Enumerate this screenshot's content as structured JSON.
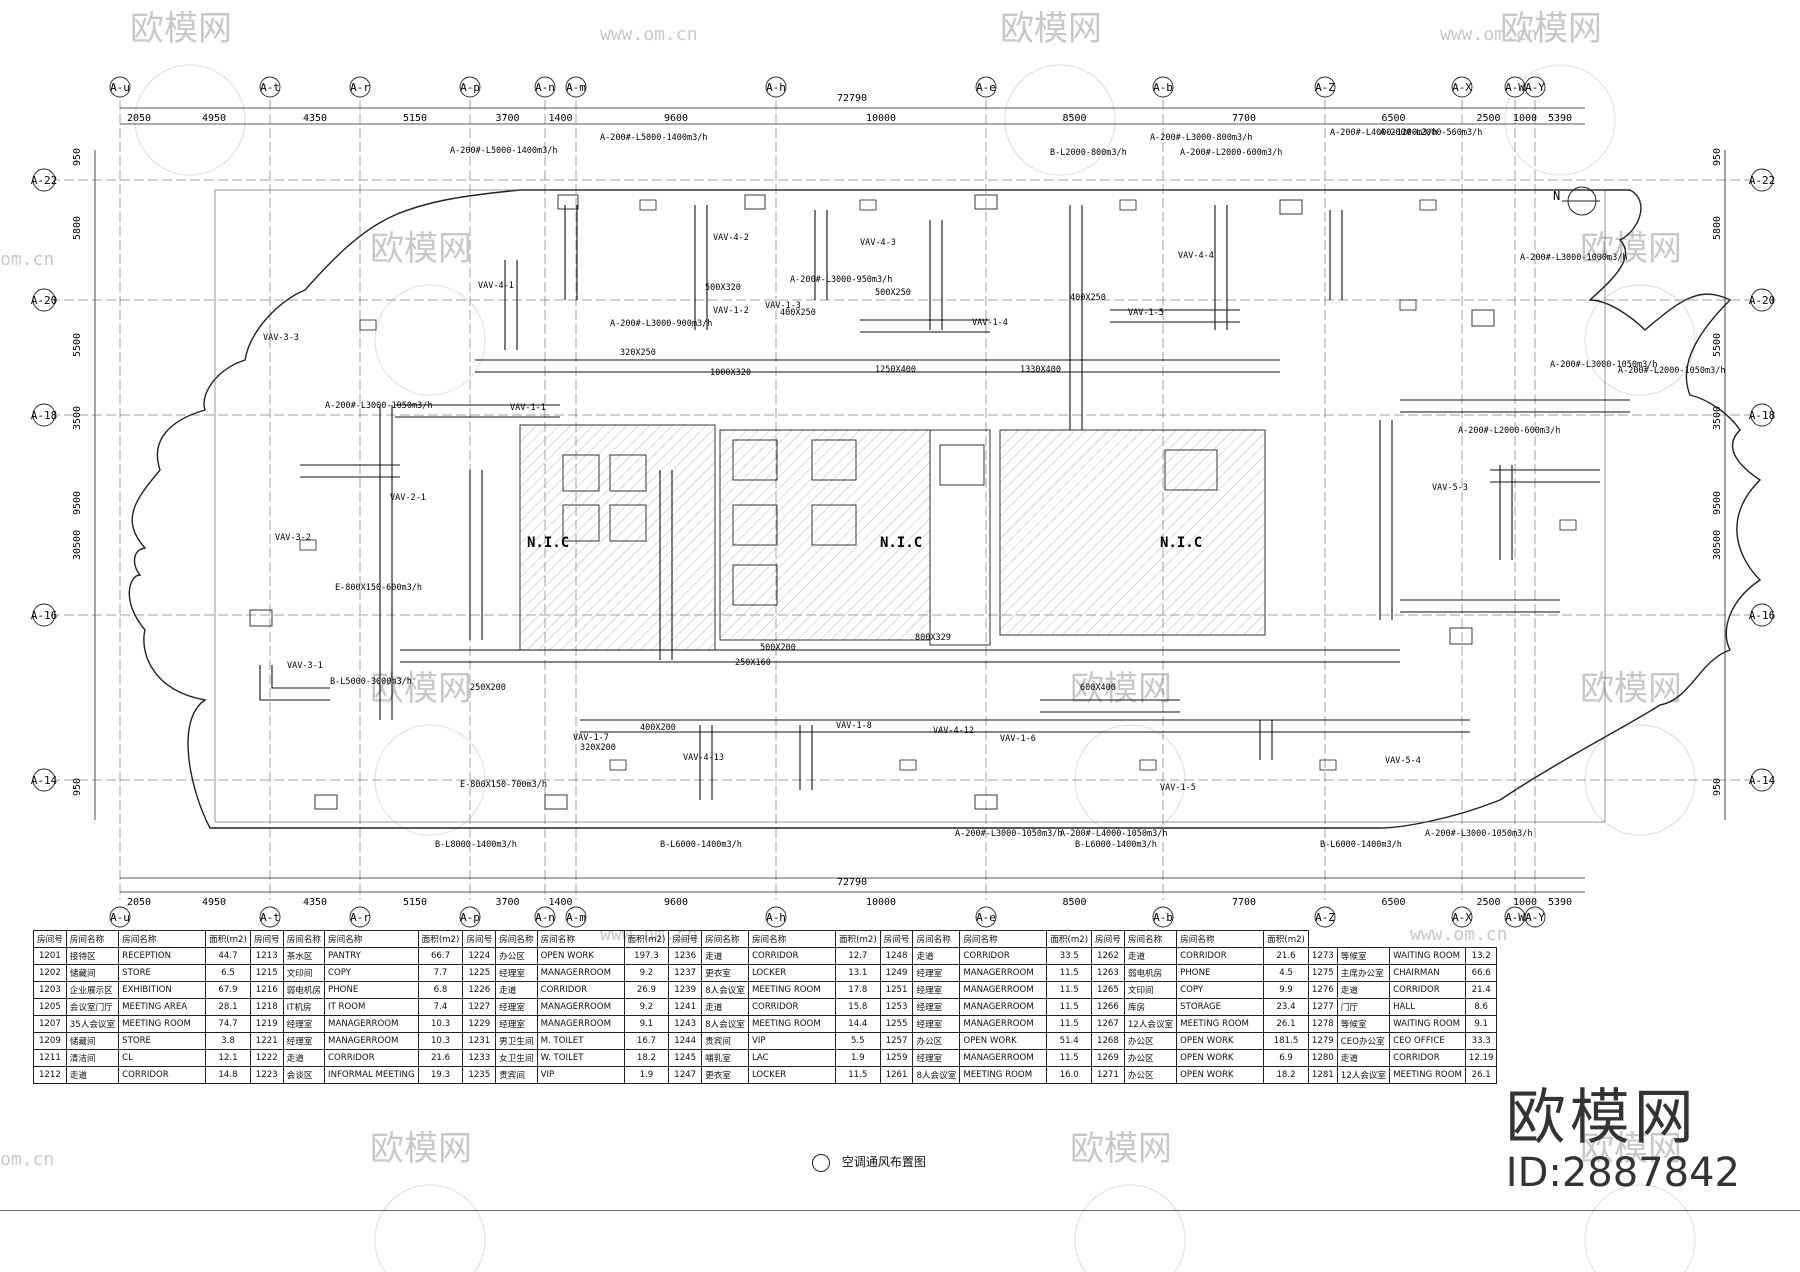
{
  "watermark": {
    "logo_text": "欧模网",
    "url_text": "www.om.cn",
    "side_text": "om.cn"
  },
  "grid": {
    "top_axes": [
      "A-u",
      "A-t",
      "A-r",
      "A-p",
      "A-n",
      "A-m",
      "A-h",
      "A-e",
      "A-b",
      "A-Z",
      "A-X",
      "A-W",
      "A-Y"
    ],
    "side_axes": [
      "A-22",
      "A-20",
      "A-18",
      "A-16",
      "A-14"
    ],
    "total_dim": "72790",
    "spacings": [
      "2050",
      "4950",
      "4350",
      "5150",
      "3700",
      "1400",
      "9600",
      "10000",
      "8500",
      "7700",
      "6500",
      "2500",
      "1000",
      "5390"
    ],
    "side_dims": [
      "950",
      "5800",
      "5500",
      "3500",
      "9500",
      "30500",
      "950"
    ]
  },
  "rooms": {
    "nic_label": "N.I.C"
  },
  "vav_labels": [
    "VAV-4-1",
    "VAV-3-3",
    "VAV-1-1",
    "VAV-3-2",
    "VAV-2-1",
    "VAV-1-2",
    "VAV-1-3",
    "VAV-4-3",
    "VAV-1-4",
    "VAV-1-5",
    "VAV-4-4",
    "VAV-1-7",
    "VAV-1-8",
    "VAV-4-12",
    "VAV-4-13",
    "VAV-1-6",
    "VAV-5-4",
    "VAV-5-3",
    "VAV-3-1",
    "VAV-4-2",
    "VAV-1-5"
  ],
  "notes": [
    "A-200#-L5000-1400m3/h",
    "A-200#-L5000-1400m3/h",
    "B-L2000-800m3/h",
    "A-200#-L3000-800m3/h",
    "A-200#-L2000-600m3/h",
    "A-200#-L4000-1200m3/h",
    "A-200#-L2000-560m3/h",
    "A-200#-L3000-1000m3/h",
    "A-200#-L3000-1050m3/h",
    "A-200#-L3000-950m3/h",
    "A-200#-L3000-900m3/h",
    "A-200#-L3000-1050m3/h",
    "A-200#-L2000-1050m3/h",
    "A-200#-L2000-600m3/h",
    "B-L5000-3000m3/h",
    "E-800X150-600m3/h",
    "E-800X150-700m3/h",
    "B-L8000-1400m3/h",
    "B-L6000-1400m3/h",
    "B-L6000-1400m3/h",
    "B-L6000-1400m3/h",
    "A-200#-L4000-1050m3/h",
    "A-200#-L3000-1050m3/h",
    "A-200#-L3000-1050m3/h"
  ],
  "duct_sizes": [
    "1000X320",
    "1250X400",
    "1330X400",
    "500X250",
    "400X250",
    "320X250",
    "400X200",
    "250X200",
    "800X329",
    "600X400",
    "500X320",
    "250X160",
    "400X250",
    "500X200",
    "320X200"
  ],
  "table": {
    "headers": [
      "房间号",
      "房间名称",
      "房间名称",
      "面积(m2)",
      "房间号",
      "房间名称",
      "房间名称",
      "面积(m2)",
      "房间号",
      "房间名称",
      "房间名称",
      "面积(m2)",
      "房间号",
      "房间名称",
      "房间名称",
      "面积(m2)",
      "房间号",
      "房间名称",
      "房间名称",
      "面积(m2)",
      "房间号",
      "房间名称",
      "房间名称",
      "面积(m2)"
    ],
    "rows": [
      [
        "1201",
        "接待区",
        "RECEPTION",
        "44.7",
        "1213",
        "茶水区",
        "PANTRY",
        "66.7",
        "1224",
        "办公区",
        "OPEN WORK",
        "197.3",
        "1236",
        "走道",
        "CORRIDOR",
        "12.7",
        "1248",
        "走道",
        "CORRIDOR",
        "33.5",
        "1262",
        "走道",
        "CORRIDOR",
        "21.6",
        "1273",
        "等候室",
        "WAITING ROOM",
        "13.2"
      ],
      [
        "1202",
        "储藏间",
        "STORE",
        "6.5",
        "1215",
        "文印间",
        "COPY",
        "7.7",
        "1225",
        "经理室",
        "MANAGERROOM",
        "9.2",
        "1237",
        "更衣室",
        "LOCKER",
        "13.1",
        "1249",
        "经理室",
        "MANAGERROOM",
        "11.5",
        "1263",
        "弱电机房",
        "PHONE",
        "4.5",
        "1275",
        "主席办公室",
        "CHAIRMAN",
        "66.6"
      ],
      [
        "1203",
        "企业展示区",
        "EXHIBITION",
        "67.9",
        "1216",
        "弱电机房",
        "PHONE",
        "6.8",
        "1226",
        "走道",
        "CORRIDOR",
        "26.9",
        "1239",
        "8人会议室",
        "MEETING ROOM",
        "17.8",
        "1251",
        "经理室",
        "MANAGERROOM",
        "11.5",
        "1265",
        "文印间",
        "COPY",
        "9.9",
        "1276",
        "走道",
        "CORRIDOR",
        "21.4"
      ],
      [
        "1205",
        "会议室门厅",
        "MEETING AREA",
        "28.1",
        "1218",
        "IT机房",
        "IT ROOM",
        "7.4",
        "1227",
        "经理室",
        "MANAGERROOM",
        "9.2",
        "1241",
        "走道",
        "CORRIDOR",
        "15.8",
        "1253",
        "经理室",
        "MANAGERROOM",
        "11.5",
        "1266",
        "库房",
        "STORAGE",
        "23.4",
        "1277",
        "门厅",
        "HALL",
        "8.6"
      ],
      [
        "1207",
        "35人会议室",
        "MEETING ROOM",
        "74.7",
        "1219",
        "经理室",
        "MANAGERROOM",
        "10.3",
        "1229",
        "经理室",
        "MANAGERROOM",
        "9.1",
        "1243",
        "8人会议室",
        "MEETING ROOM",
        "14.4",
        "1255",
        "经理室",
        "MANAGERROOM",
        "11.5",
        "1267",
        "12人会议室",
        "MEETING ROOM",
        "26.1",
        "1278",
        "等候室",
        "WAITING ROOM",
        "9.1"
      ],
      [
        "1209",
        "储藏间",
        "STORE",
        "3.8",
        "1221",
        "经理室",
        "MANAGERROOM",
        "10.3",
        "1231",
        "男卫生间",
        "M. TOILET",
        "16.7",
        "1244",
        "贵宾间",
        "VIP",
        "5.5",
        "1257",
        "办公区",
        "OPEN WORK",
        "51.4",
        "1268",
        "办公区",
        "OPEN WORK",
        "181.5",
        "1279",
        "CEO办公室",
        "CEO OFFICE",
        "33.3"
      ],
      [
        "1211",
        "清洁间",
        "CL",
        "12.1",
        "1222",
        "走道",
        "CORRIDOR",
        "21.6",
        "1233",
        "女卫生间",
        "W. TOILET",
        "18.2",
        "1245",
        "哺乳室",
        "LAC",
        "1.9",
        "1259",
        "经理室",
        "MANAGERROOM",
        "11.5",
        "1269",
        "办公区",
        "OPEN WORK",
        "6.9",
        "1280",
        "走道",
        "CORRIDOR",
        "12.19"
      ],
      [
        "1212",
        "走道",
        "CORRIDOR",
        "14.8",
        "1223",
        "会谈区",
        "INFORMAL MEETING",
        "19.3",
        "1235",
        "贵宾间",
        "VIP",
        "1.9",
        "1247",
        "更衣室",
        "LOCKER",
        "11.5",
        "1261",
        "8人会议室",
        "MEETING ROOM",
        "16.0",
        "1271",
        "办公区",
        "OPEN WORK",
        "18.2",
        "1281",
        "12人会议室",
        "MEETING ROOM",
        "26.1"
      ]
    ]
  },
  "caption": "空调通风布置图",
  "brand": {
    "name": "欧模网",
    "id": "ID:2887842"
  },
  "north_label": "N"
}
